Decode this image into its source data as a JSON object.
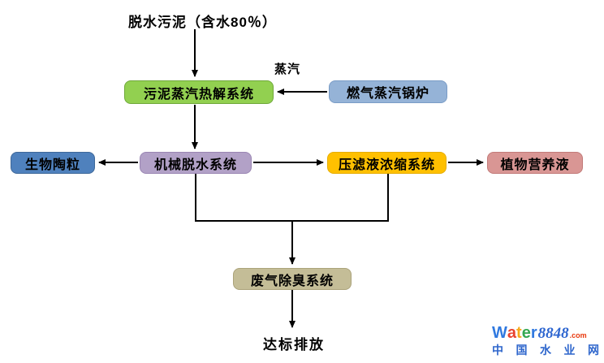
{
  "flowchart": {
    "title": "脱水污泥（含水80％）",
    "steam_label": "蒸汽",
    "discharge_label": "达标排放",
    "nodes": {
      "pyrolysis": {
        "label": "污泥蒸汽热解系统",
        "color": "#92D050"
      },
      "boiler": {
        "label": "燃气蒸汽锅炉",
        "color": "#95B3D7"
      },
      "dewatering": {
        "label": "机械脱水系统",
        "color": "#B2A1C7"
      },
      "bio_ceramsite": {
        "label": "生物陶粒",
        "color": "#4F81BD"
      },
      "filtrate_concentration": {
        "label": "压滤液浓缩系统",
        "color": "#FFC000"
      },
      "plant_nutrient": {
        "label": "植物营养液",
        "color": "#D99694"
      },
      "deodorization": {
        "label": "废气除臭系统",
        "color": "#C4BD97"
      }
    },
    "arrow_color": "#000000"
  },
  "watermark": {
    "letters": [
      {
        "ch": "W",
        "color": "#3079E0"
      },
      {
        "ch": "a",
        "color": "#E8432F"
      },
      {
        "ch": "t",
        "color": "#F7A81B"
      },
      {
        "ch": "e",
        "color": "#34A853"
      },
      {
        "ch": "r",
        "color": "#3079E0"
      }
    ],
    "number": "8848",
    "number_color": "#2E66D0",
    "dotcom": ".com",
    "dotcom_color": "#E8380D",
    "site_name": "中国水业网",
    "site_color": "#2E66CC"
  }
}
